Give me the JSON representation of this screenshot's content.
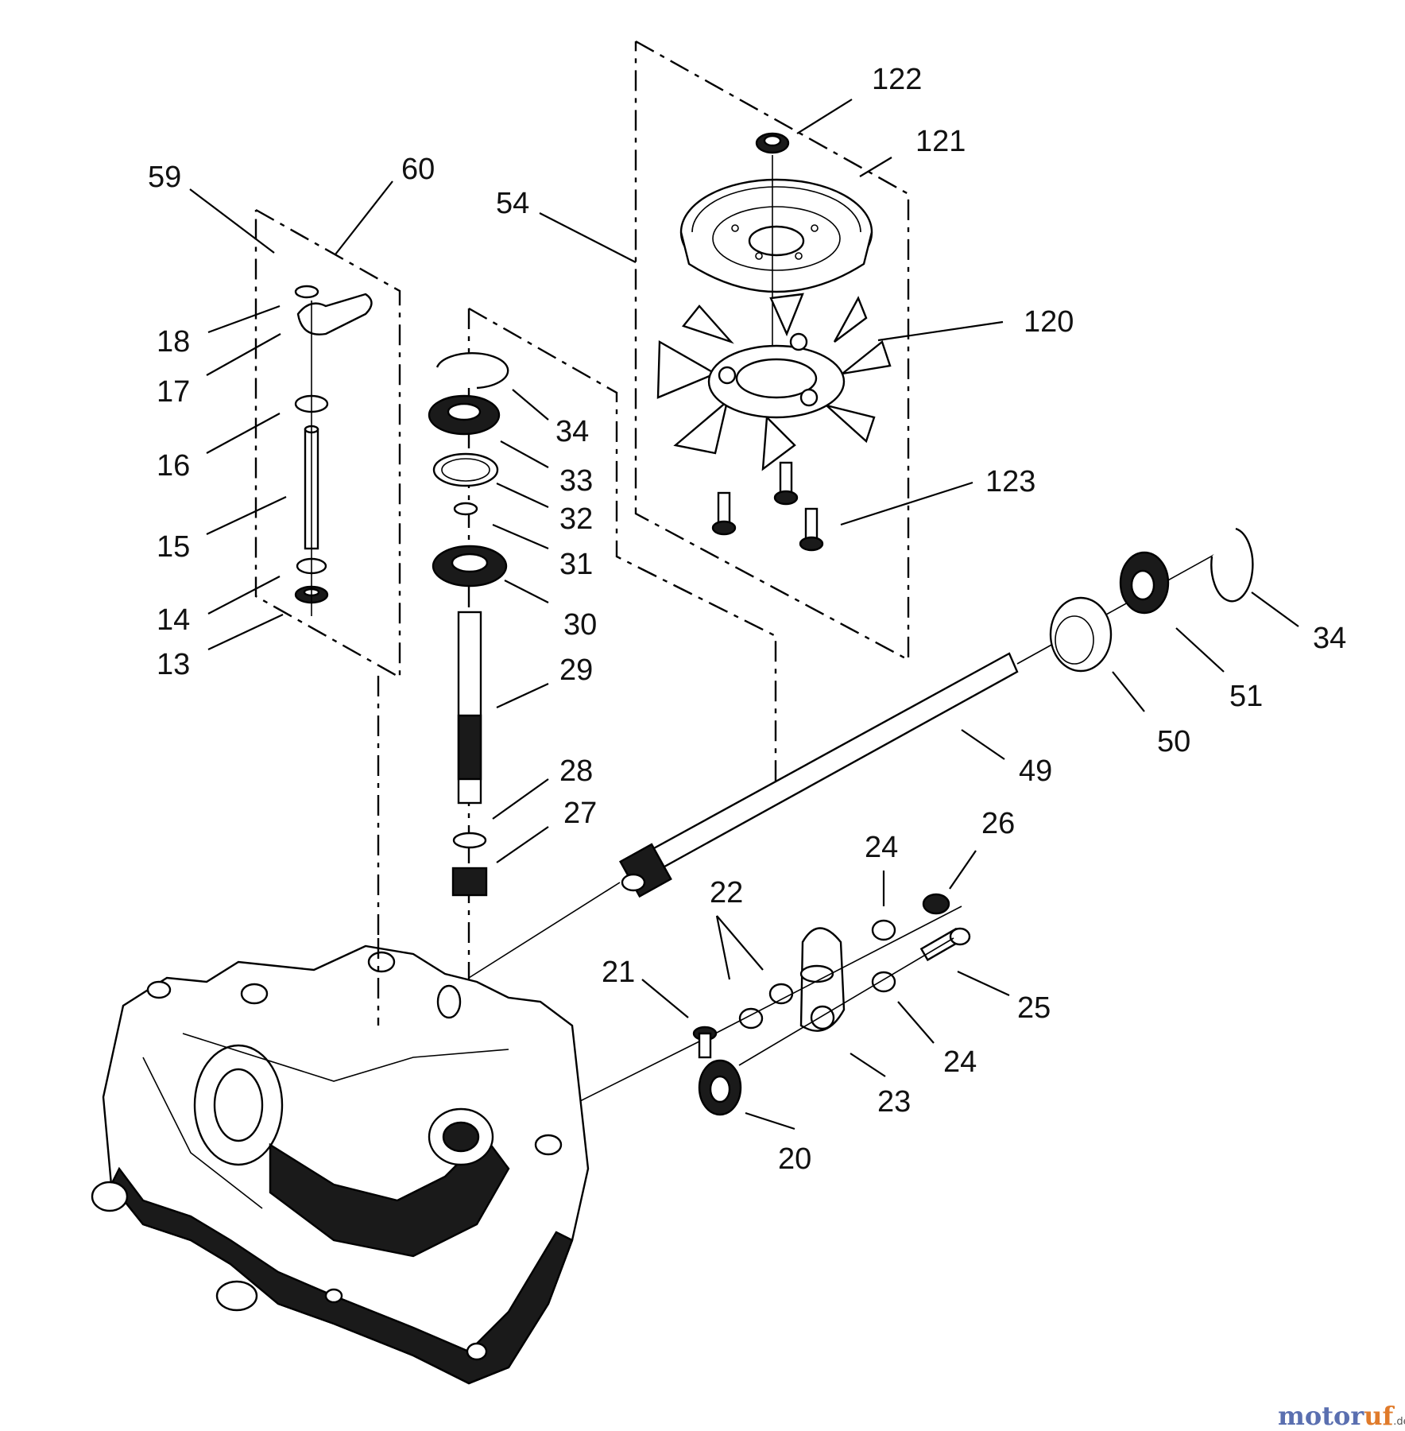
{
  "callouts": {
    "c122": "122",
    "c121": "121",
    "c54": "54",
    "c120": "120",
    "c123": "123",
    "c59": "59",
    "c60": "60",
    "c18": "18",
    "c17": "17",
    "c16": "16",
    "c15": "15",
    "c14": "14",
    "c13": "13",
    "c34a": "34",
    "c33": "33",
    "c32": "32",
    "c31": "31",
    "c30": "30",
    "c29": "29",
    "c28": "28",
    "c27": "27",
    "c34b": "34",
    "c51": "51",
    "c50": "50",
    "c49": "49",
    "c26": "26",
    "c24a": "24",
    "c22": "22",
    "c21": "21",
    "c25": "25",
    "c24b": "24",
    "c23": "23",
    "c20": "20"
  },
  "watermark": {
    "part1": "motor",
    "part2": "uf",
    "suffix": ".de"
  }
}
